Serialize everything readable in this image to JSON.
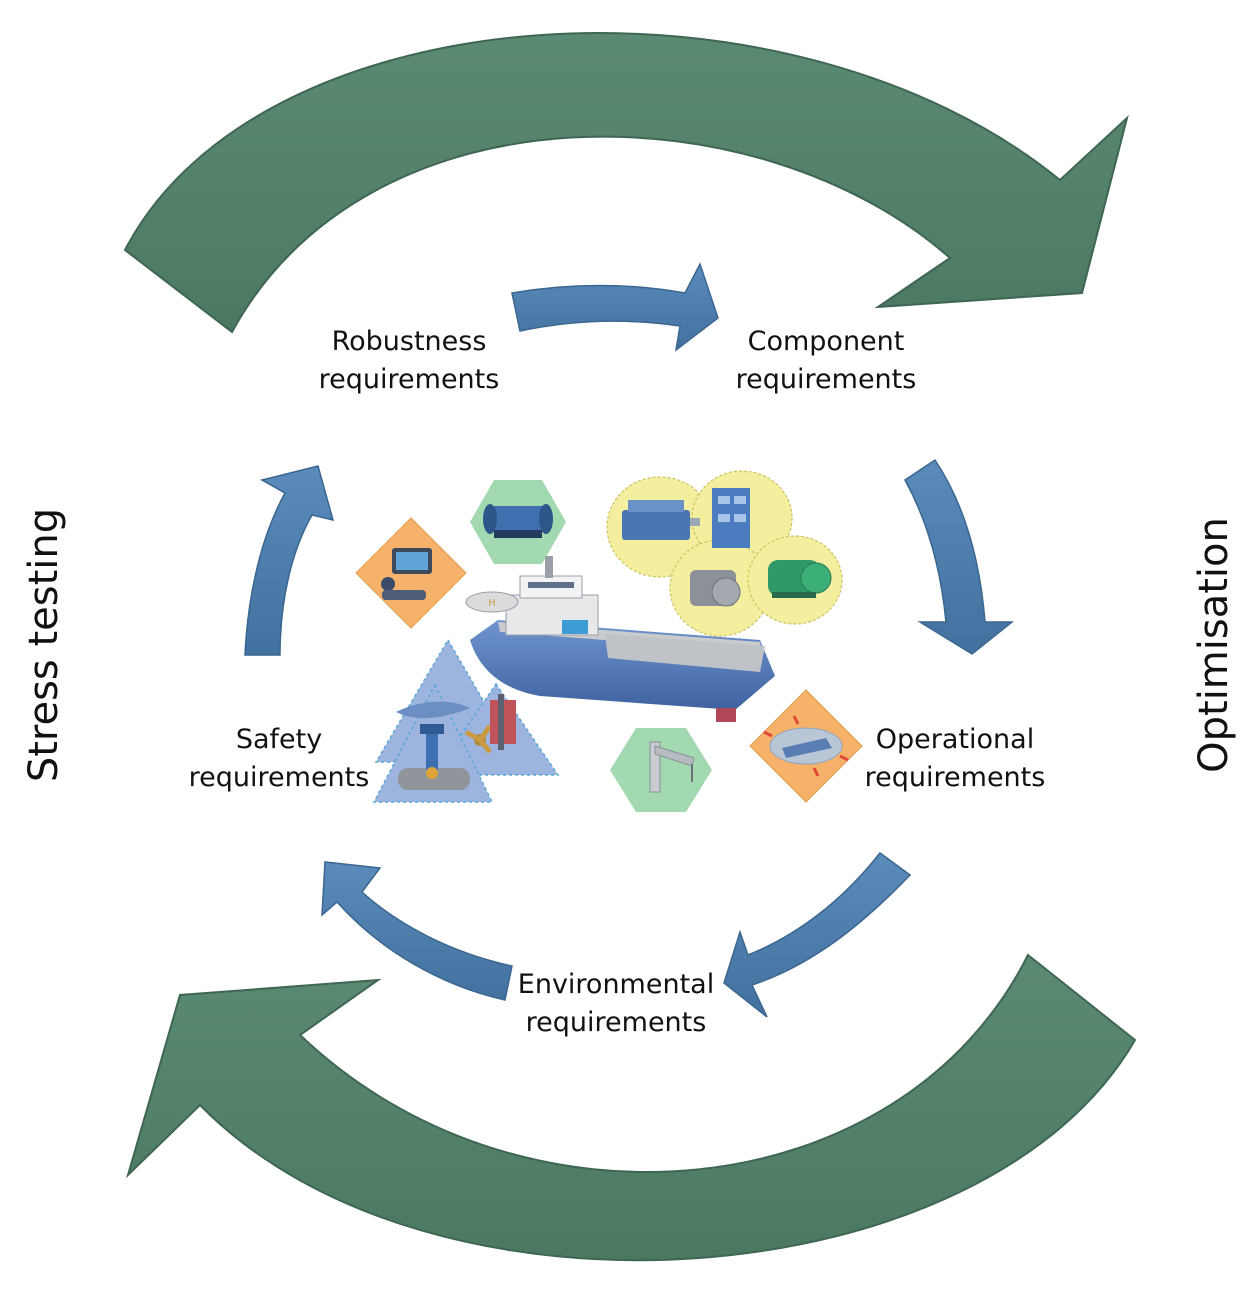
{
  "colors": {
    "outer_arrow": "#528069",
    "outer_arrow_edge": "#3e6652",
    "inner_arrow": "#4f7fad",
    "inner_arrow_edge": "#3a6690",
    "orange_tile": "#f6b26b",
    "green_tile": "#a3d9b1",
    "yellow_tile": "#f4ef9f",
    "blue_triangle": "#9db4df",
    "ship_hull": "#5b83c0",
    "ship_deck": "#c9cbcd"
  },
  "side_labels": {
    "left": "Stress testing",
    "right": "Optimisation"
  },
  "nodes": {
    "robustness": {
      "line1": "Robustness",
      "line2": "requirements"
    },
    "component": {
      "line1": "Component",
      "line2": "requirements"
    },
    "operational": {
      "line1": "Operational",
      "line2": "requirements"
    },
    "environmental": {
      "line1": "Environmental",
      "line2": "requirements"
    },
    "safety": {
      "line1": "Safety",
      "line2": "requirements"
    }
  },
  "icons": [
    "ship-icon",
    "winch-icon",
    "control-console-icon",
    "engine-icon",
    "switchboard-icon",
    "generator-icon",
    "electric-motor-icon",
    "crane-icon",
    "dynamic-positioning-icon",
    "hull-icon",
    "propeller-icon",
    "valve-pipe-icon",
    "rudder-icon"
  ]
}
